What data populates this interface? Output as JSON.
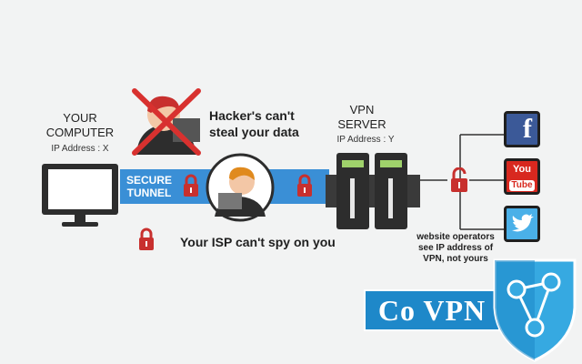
{
  "computer": {
    "title_line1": "YOUR",
    "title_line2": "COMPUTER",
    "ip": "IP Address : X"
  },
  "tunnel": {
    "line1": "SECURE",
    "line2": "TUNNEL"
  },
  "hacker": {
    "caption_line1": "Hacker's can't",
    "caption_line2": "steal your data"
  },
  "isp": {
    "caption": "Your ISP can't spy on you"
  },
  "vpn_server": {
    "title_line1": "VPN",
    "title_line2": "SERVER",
    "ip": "IP Address : Y"
  },
  "websites": {
    "facebook_glyph": "f",
    "youtube_you": "You",
    "youtube_tube": "Tube",
    "note_line1": "website operators",
    "note_line2": "see IP address of",
    "note_line3": "VPN, not yours"
  },
  "brand": {
    "name": "Co VPN"
  },
  "colors": {
    "tunnel_blue": "#3a8fd6",
    "lock_red": "#c8302e",
    "brand_blue": "#1e88c9",
    "facebook": "#3b5998",
    "youtube_red": "#d8281f",
    "twitter": "#4ab0e8"
  },
  "icons": [
    "monitor-icon",
    "lock-icon",
    "hacker-icon",
    "isp-agent-icon",
    "server-icon",
    "unlock-icon",
    "facebook-icon",
    "youtube-icon",
    "twitter-icon",
    "shield-icon"
  ]
}
